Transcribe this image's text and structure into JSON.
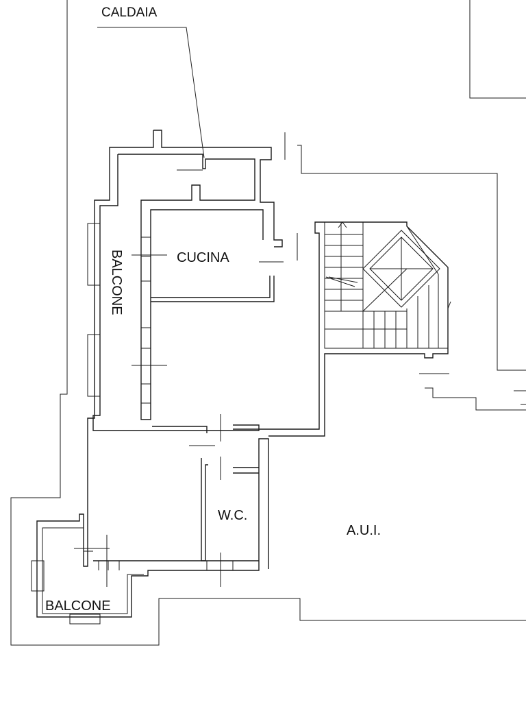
{
  "labels": {
    "caldaia": "CALDAIA",
    "cucina": "CUCINA",
    "balcone_left": "BALCONE",
    "balcone_bottom": "BALCONE",
    "wc": "W.C.",
    "aui": "A.U.I."
  },
  "colors": {
    "background": "#ffffff",
    "lines": "#1a1a1a"
  }
}
